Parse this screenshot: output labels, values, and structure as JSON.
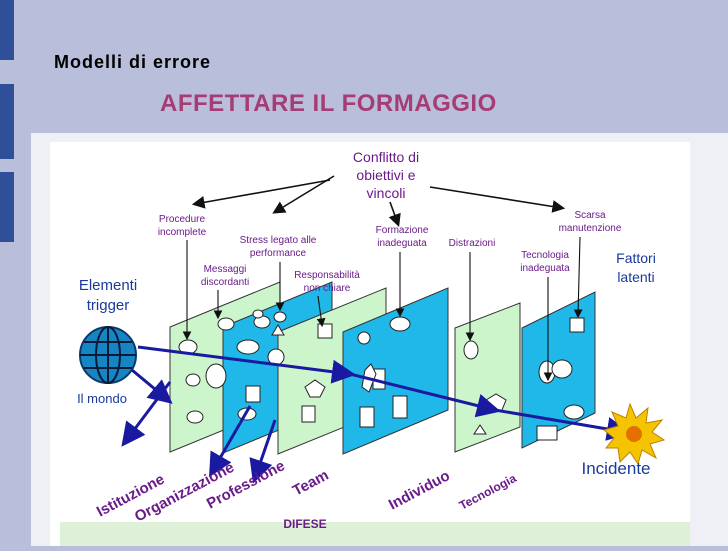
{
  "slide": {
    "title": "Modelli di errore",
    "subtitle": "AFFETTARE IL FORMAGGIO"
  },
  "diagram": {
    "top_label": [
      "Conflitto di",
      "obiettivi e",
      "vincoli"
    ],
    "labels": {
      "procedure": [
        "Procedure",
        "incomplete"
      ],
      "stress": [
        "Stress legato alle",
        "performance"
      ],
      "formazione": [
        "Formazione",
        "inadeguata"
      ],
      "distrazioni": "Distrazioni",
      "scarsa": [
        "Scarsa",
        "manutenzione"
      ],
      "messaggi": [
        "Messaggi",
        "discordanti"
      ],
      "responsabilita": [
        "Responsabilità",
        "non chiare"
      ],
      "tecnologia_inadeguata": [
        "Tecnologia",
        "inadeguata"
      ],
      "fattori_latenti": [
        "Fattori",
        "latenti"
      ],
      "elementi_trigger": [
        "Elementi",
        "trigger"
      ],
      "il_mondo": "Il mondo",
      "incidente": "Incidente",
      "difese": "DIFESE"
    },
    "layers": [
      "Istituzione",
      "Organizzazione",
      "Professione",
      "Team",
      "Individuo",
      "Tecnologia"
    ],
    "colors": {
      "accent_title": "#a63c74",
      "label_purple": "#6a1b8a",
      "label_blue": "#1a3a9a",
      "slice_green": "#ccf5cc",
      "slice_cyan": "#1fb8e8",
      "arrow": "#1a1aa0",
      "incident": "#f5c400"
    }
  }
}
